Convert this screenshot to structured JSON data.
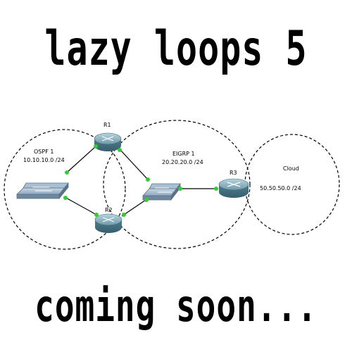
{
  "title": "lazy loops 5",
  "footer": "coming soon...",
  "devices": {
    "r1": "R1",
    "r2": "R2",
    "r3": "R3"
  },
  "areas": {
    "ospf": {
      "name": "OSPF 1",
      "subnet": "10.10.10.0 /24"
    },
    "eigrp": {
      "name": "EIGRP 1",
      "subnet": "20.20.20.0 /24"
    },
    "cloud": {
      "name": "Cloud",
      "subnet": "50.50.50.0 /24"
    }
  },
  "colors": {
    "link_dot": "#33cc33",
    "router_body": "#5f8fa0",
    "switch_body": "#8aa6be"
  }
}
